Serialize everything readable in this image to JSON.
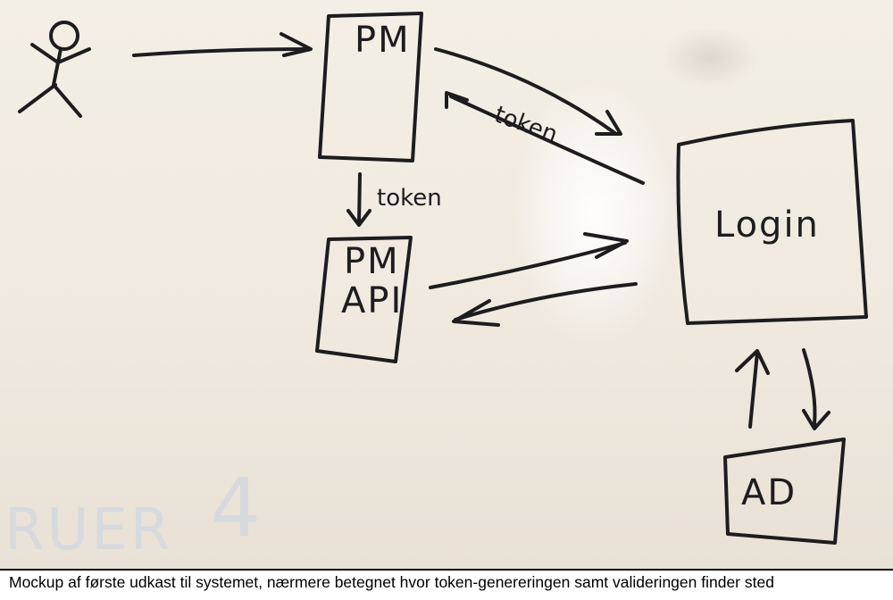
{
  "diagram": {
    "nodes": {
      "pm": {
        "label_line1": "PM"
      },
      "pm_api": {
        "label_line1": "PM",
        "label_line2": "API"
      },
      "login": {
        "label": "Login"
      },
      "ad": {
        "label": "AD"
      }
    },
    "edges": {
      "pm_to_api_label": "token",
      "login_to_pm_label": "token"
    },
    "ghost_text": "RUER",
    "ghost_number": "4"
  },
  "caption": "Mockup af første udkast til systemet, nærmere betegnet hvor token-genereringen samt valideringen finder sted"
}
